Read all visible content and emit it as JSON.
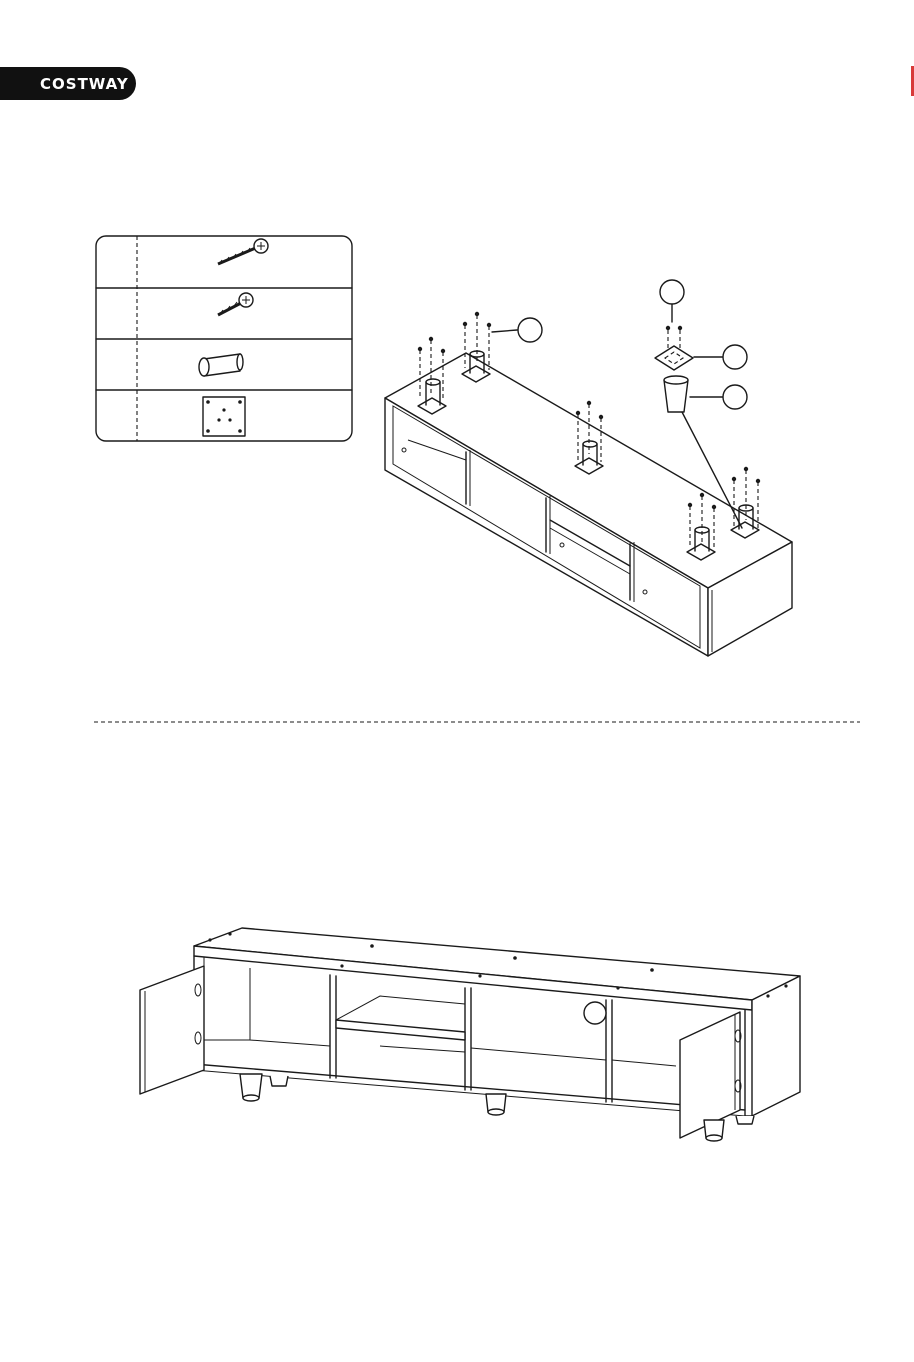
{
  "header": {
    "brand": "COSTWAY",
    "brand_bg": "#111111",
    "edge_mark_color": "#d83a3a"
  },
  "parts_legend": {
    "rows": [
      {
        "icon": "long-screw-icon"
      },
      {
        "icon": "short-screw-icon"
      },
      {
        "icon": "leg-icon"
      },
      {
        "icon": "mounting-plate-icon"
      }
    ]
  },
  "step_upper": {
    "callouts": [
      "callout-screws-row",
      "callout-screws-top",
      "callout-plate",
      "callout-leg"
    ]
  },
  "step_lower": {
    "callouts": [
      "callout-door-hinge"
    ]
  }
}
